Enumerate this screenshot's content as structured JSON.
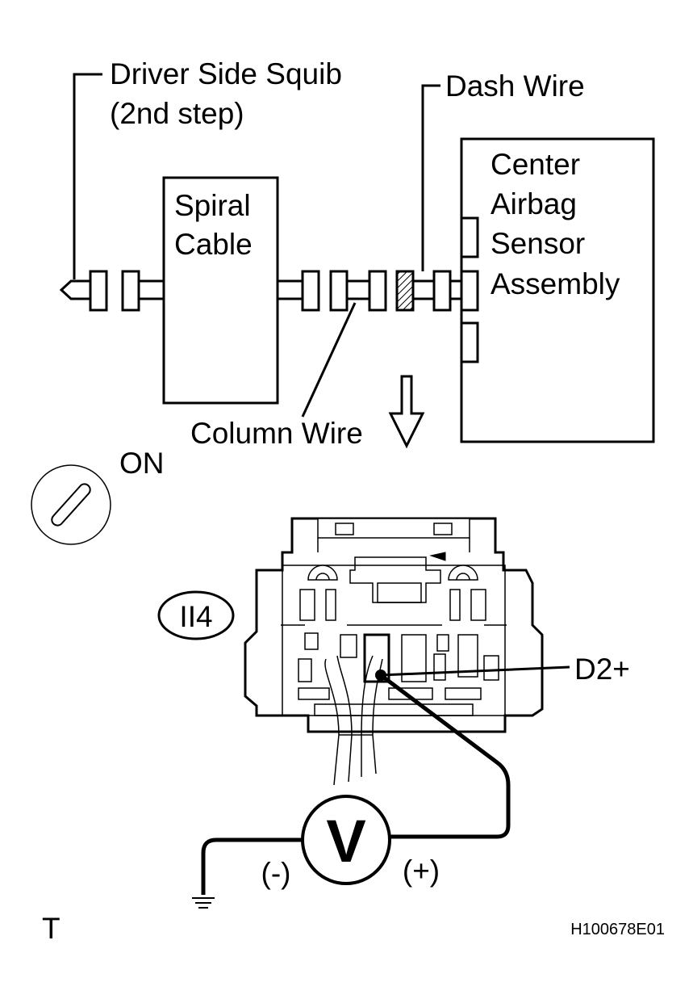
{
  "labels": {
    "squib_line1": "Driver Side Squib",
    "squib_line2": "(2nd step)",
    "dash_wire": "Dash Wire",
    "spiral_line1": "Spiral",
    "spiral_line2": "Cable",
    "center_line1": "Center",
    "center_line2": "Airbag",
    "center_line3": "Sensor",
    "center_line4": "Assembly",
    "column_wire": "Column Wire",
    "ignition": "ON",
    "connector_id": "II4",
    "terminal": "D2+",
    "voltmeter": "V",
    "minus": "(-)",
    "plus": "(+)",
    "corner_mark": "T",
    "figure_code": "H100678E01"
  }
}
